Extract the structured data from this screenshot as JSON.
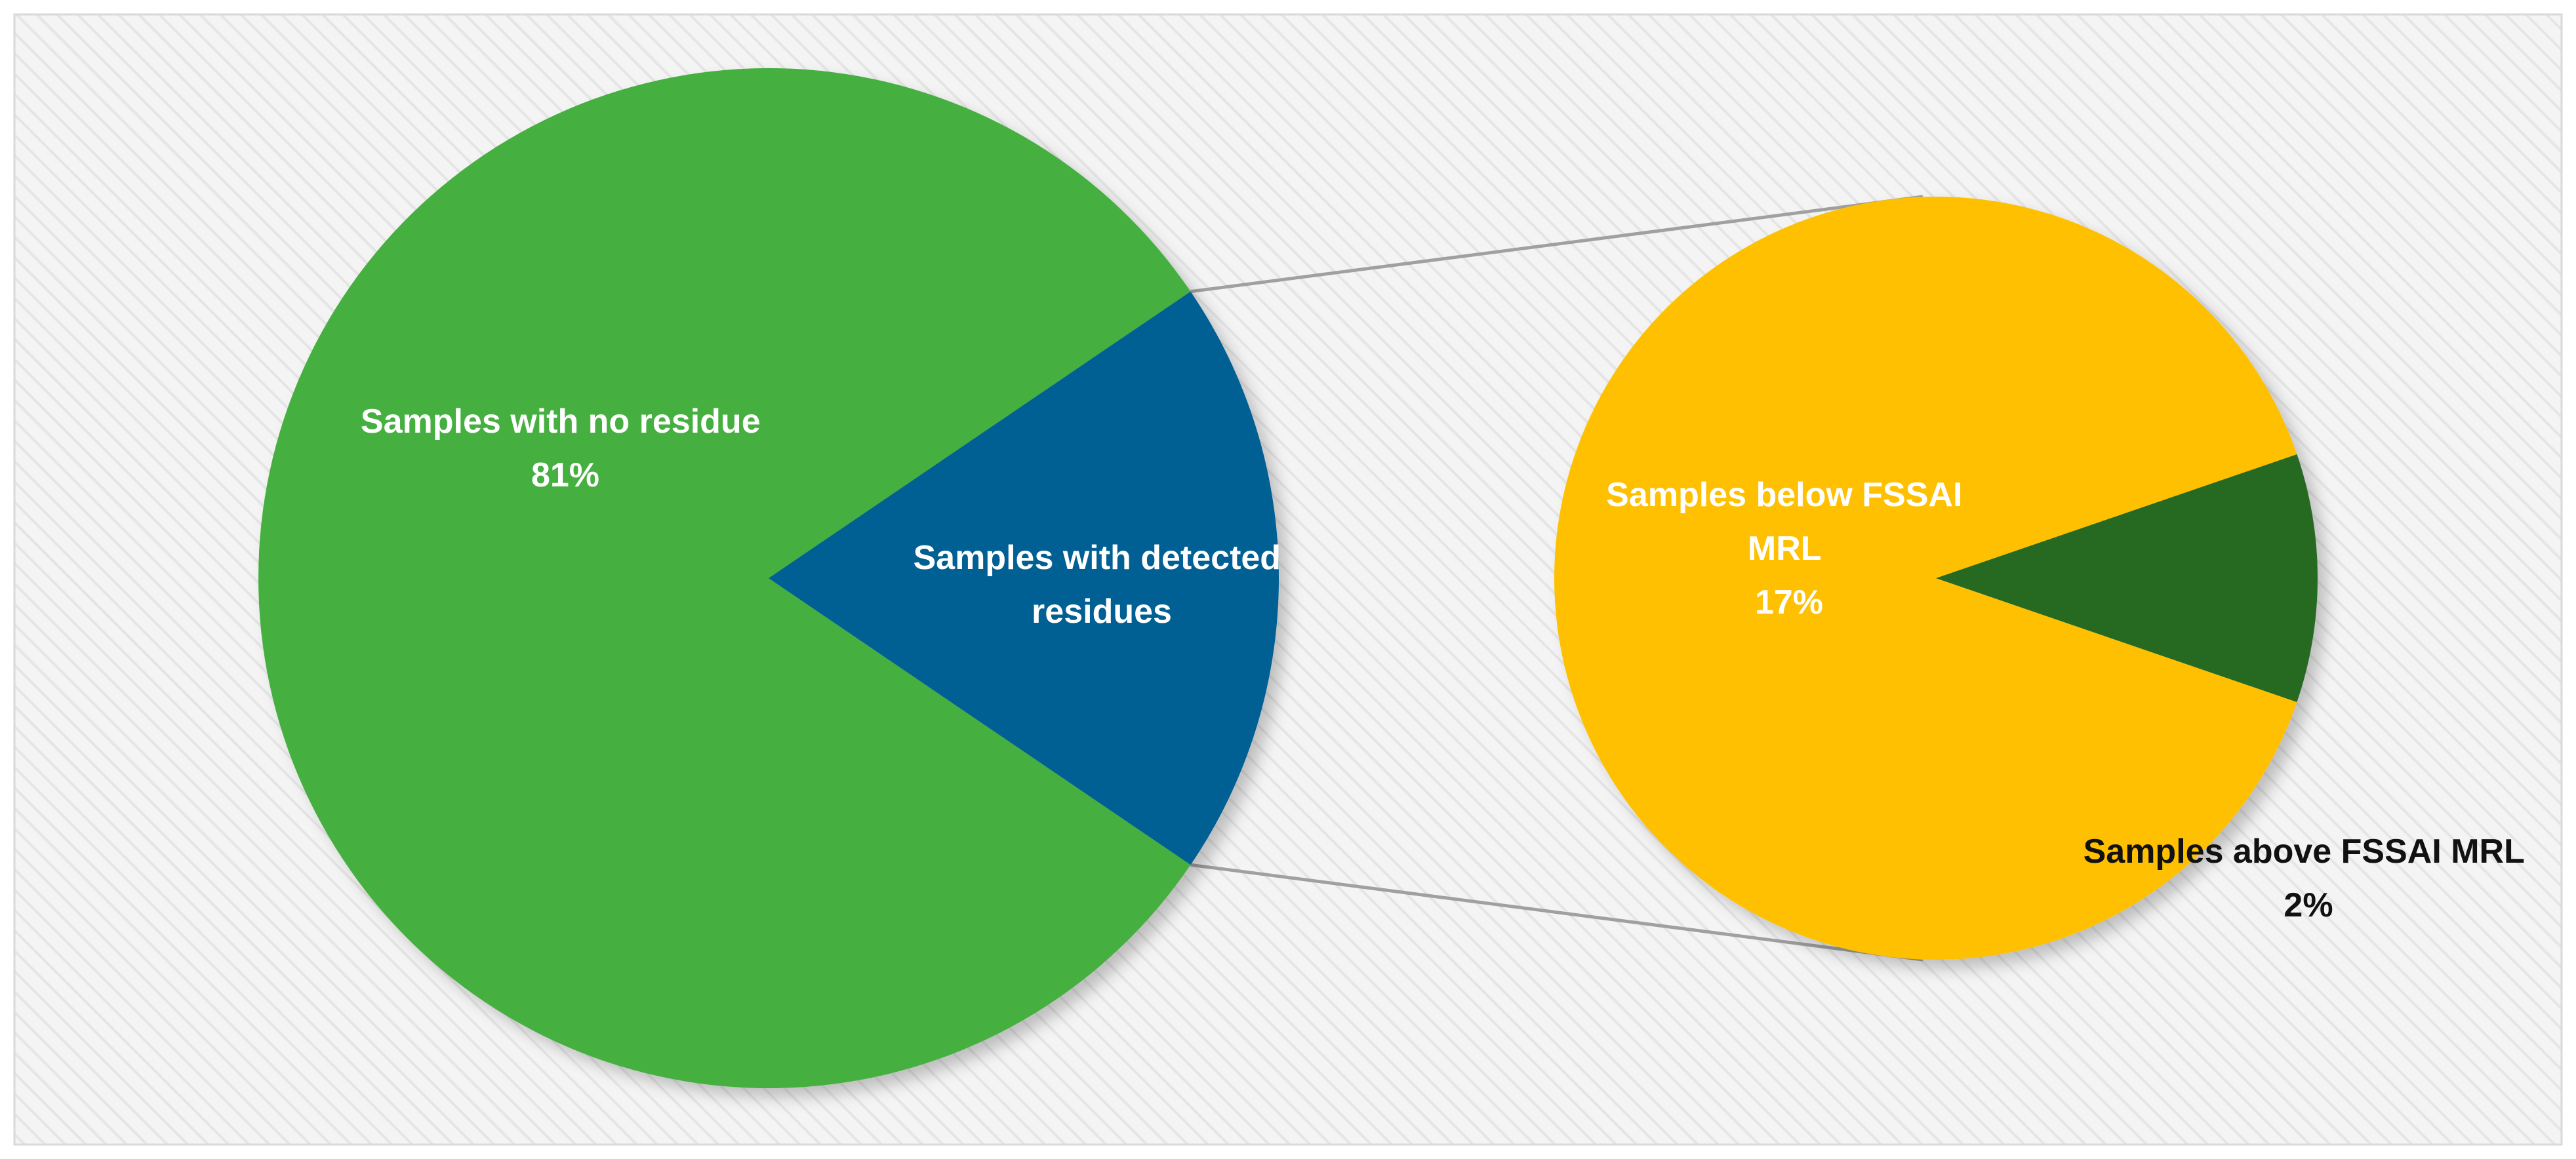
{
  "chart_data": {
    "type": "pie",
    "subtype": "pie-of-pie",
    "main_pie": {
      "slices": [
        {
          "label": "Samples with no residue",
          "value_label": "81%",
          "value": 81,
          "color": "#45AF3F"
        },
        {
          "label_lines": [
            "Samples with detected",
            "residues"
          ],
          "value": 19,
          "color": "#005E93"
        }
      ]
    },
    "secondary_pie": {
      "slices": [
        {
          "label_lines": [
            "Samples below FSSAI",
            "MRL"
          ],
          "value_label": "17%",
          "value": 17,
          "color": "#FEC002"
        },
        {
          "label": "Samples above FSSAI MRL",
          "value_label": "2%",
          "value": 2,
          "color": "#276A24"
        }
      ]
    },
    "connector_color": "#A0A0A0",
    "background": {
      "fill": "#F2F2F2",
      "stripe": "#E6E6E6",
      "border": "#D9D9D9"
    },
    "legend": "none"
  }
}
